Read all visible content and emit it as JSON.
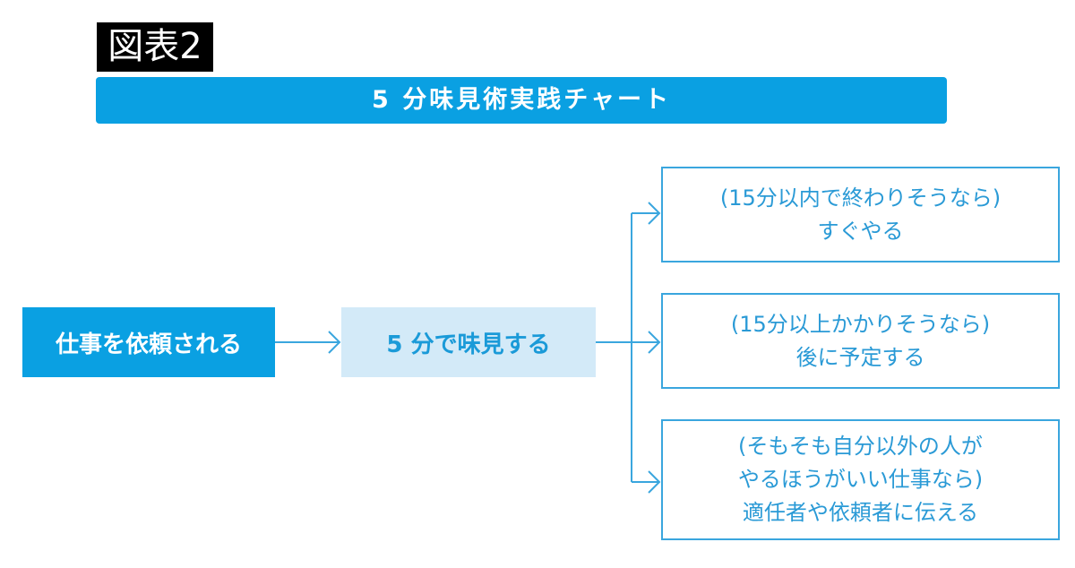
{
  "figure_label": "図表2",
  "title": "5 分味見術実践チャート",
  "start": "仕事を依頼される",
  "step": "5 分で味見する",
  "outcomes": [
    {
      "line1": "(15分以内で終わりそうなら)",
      "line2": "すぐやる"
    },
    {
      "line1": "(15分以上かかりそうなら)",
      "line2": "後に予定する"
    },
    {
      "line1": "(そもそも自分以外の人が",
      "line2": "やるほうがいい仕事なら)",
      "line3": "適任者や依頼者に伝える"
    }
  ],
  "colors": {
    "accent": "#0aa0e2",
    "light": "#d3eaf8",
    "text": "#2a9ad6"
  }
}
